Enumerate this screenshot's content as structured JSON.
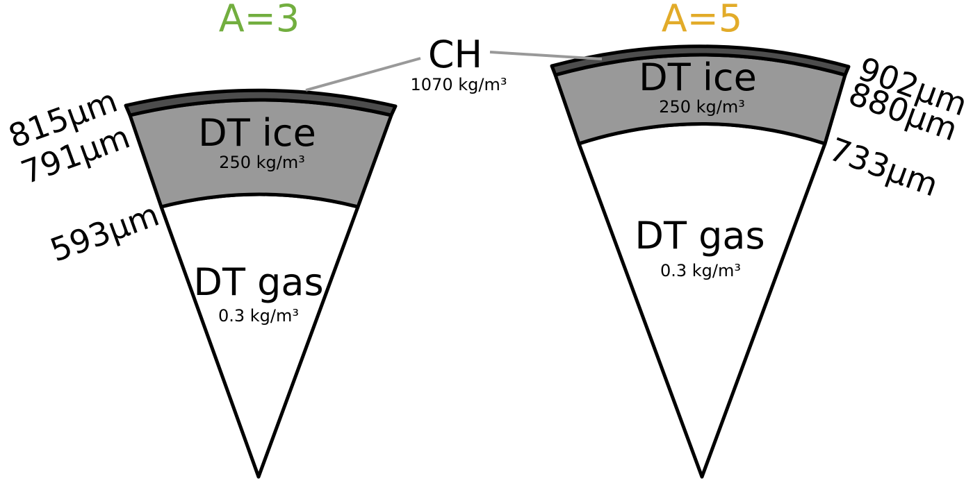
{
  "colors": {
    "a3_title": "#72ae3f",
    "a5_title": "#e2ab29",
    "ch_layer": "#4d4d4d",
    "ice_layer": "#999999",
    "gas_layer": "#ffffff",
    "leader_line": "#999999"
  },
  "ch_label": {
    "name": "CH",
    "density": "1070 kg/m³"
  },
  "targets": [
    {
      "title": "A=3",
      "ice": {
        "name": "DT ice",
        "density": "250 kg/m³"
      },
      "gas": {
        "name": "DT gas",
        "density": "0.3 kg/m³"
      },
      "radii": [
        "815μm",
        "791μm",
        "593μm"
      ]
    },
    {
      "title": "A=5",
      "ice": {
        "name": "DT ice",
        "density": "250 kg/m³"
      },
      "gas": {
        "name": "DT gas",
        "density": "0.3 kg/m³"
      },
      "radii": [
        "902μm",
        "880μm",
        "733μm"
      ]
    }
  ]
}
